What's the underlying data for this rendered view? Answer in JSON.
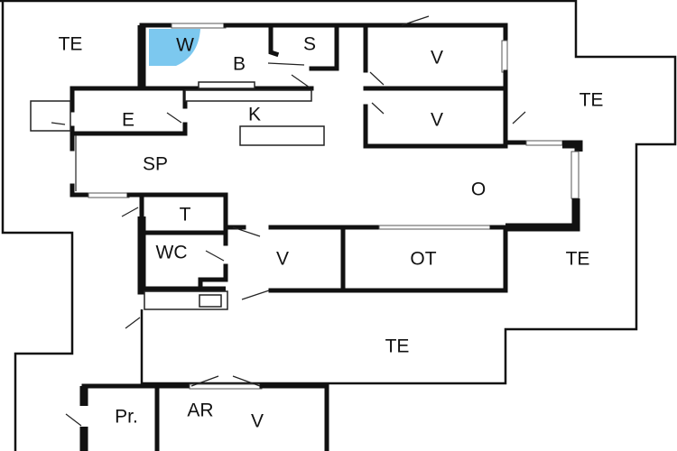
{
  "title": "Floor plan",
  "colors": {
    "wall": "#111111",
    "shower": "#7cc8ef",
    "background": "#ffffff"
  },
  "rooms": [
    {
      "label": "TE"
    },
    {
      "label": "W"
    },
    {
      "label": "B"
    },
    {
      "label": "S"
    },
    {
      "label": "V"
    },
    {
      "label": "V"
    },
    {
      "label": "TE"
    },
    {
      "label": "E"
    },
    {
      "label": "K"
    },
    {
      "label": "SP"
    },
    {
      "label": "O"
    },
    {
      "label": "T"
    },
    {
      "label": "WC"
    },
    {
      "label": "V"
    },
    {
      "label": "OT"
    },
    {
      "label": "TE"
    },
    {
      "label": "TE"
    },
    {
      "label": "Pr."
    },
    {
      "label": "AR"
    },
    {
      "label": "V"
    }
  ]
}
